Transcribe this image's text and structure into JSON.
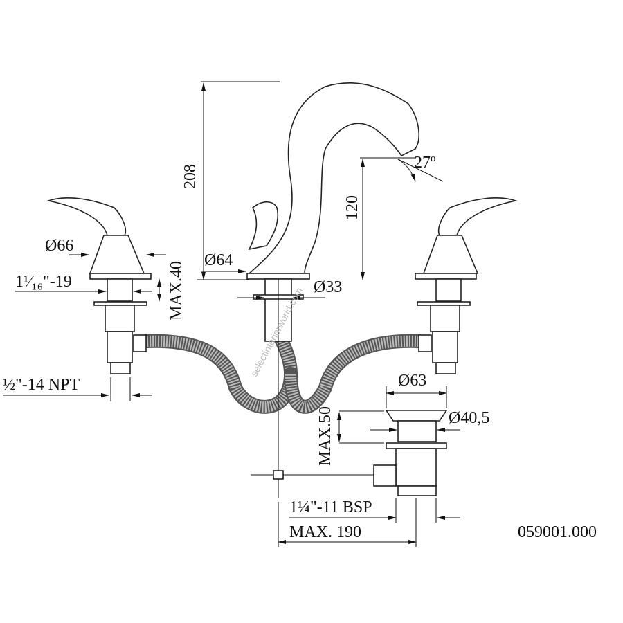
{
  "dimensions": {
    "height_total": "208",
    "spout_height": "120",
    "spout_angle": "27º",
    "handle_diameter": "Ø66",
    "handle_thread": "1¹⁄₁₆\"-19",
    "handle_max": "MAX.40",
    "spout_base_diameter": "Ø64",
    "spout_shank_diameter": "Ø33",
    "inlet_thread": "½\"-14 NPT",
    "drain_flange_diameter": "Ø63",
    "drain_body_diameter": "Ø40,5",
    "drain_max": "MAX.50",
    "drain_thread": "1¼\"-11 BSP",
    "drain_max_length": "MAX. 190"
  },
  "product_code": "059001.000",
  "watermark": "selectinteriorworld.com"
}
